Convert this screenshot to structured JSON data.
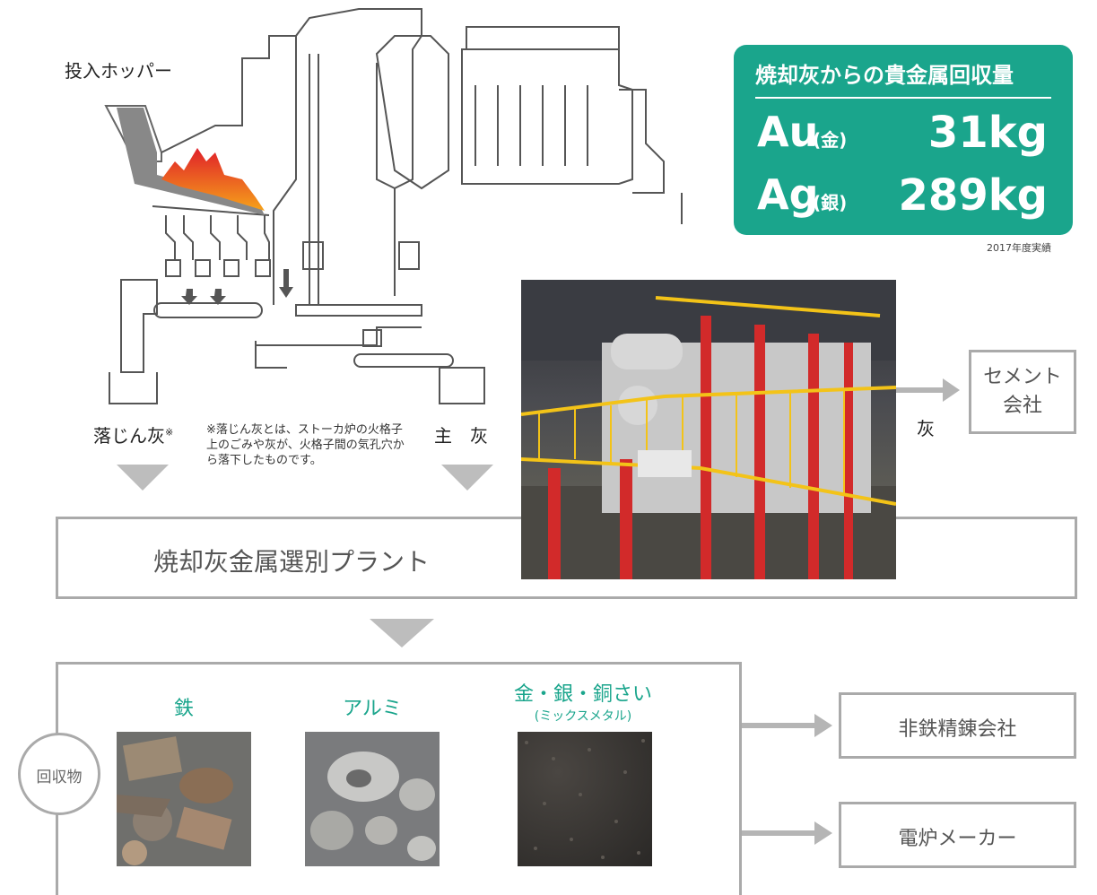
{
  "hopper_label": "投入ホッパー",
  "recovery_panel": {
    "title": "焼却灰からの貴金属回収量",
    "rows": [
      {
        "symbol": "Au",
        "jp": "(金)",
        "value": "31kg"
      },
      {
        "symbol": "Ag",
        "jp": "(銀)",
        "value": "289kg"
      }
    ],
    "year_note": "2017年度実績"
  },
  "ash_labels": {
    "drop_ash": "落じん灰",
    "drop_ash_mark": "※",
    "main_ash": "主　灰",
    "footnote": "※落じん灰とは、ストーカ炉の火格子上のごみや灰が、火格子間の気孔穴から落下したものです。"
  },
  "plant_box": "焼却灰金属選別プラント",
  "cement": {
    "arrow_label": "灰",
    "box": "セメント会社"
  },
  "recovered": {
    "circle_label": "回収物",
    "items": [
      {
        "title": "鉄",
        "sub": ""
      },
      {
        "title": "アルミ",
        "sub": ""
      },
      {
        "title": "金・銀・銅さい",
        "sub": "(ミックスメタル)"
      }
    ]
  },
  "destinations": [
    "非鉄精錬会社",
    "電炉メーカー"
  ],
  "colors": {
    "accent": "#1aa58c",
    "box_border": "#aaaaaa",
    "arrow": "#b5b5b5"
  }
}
